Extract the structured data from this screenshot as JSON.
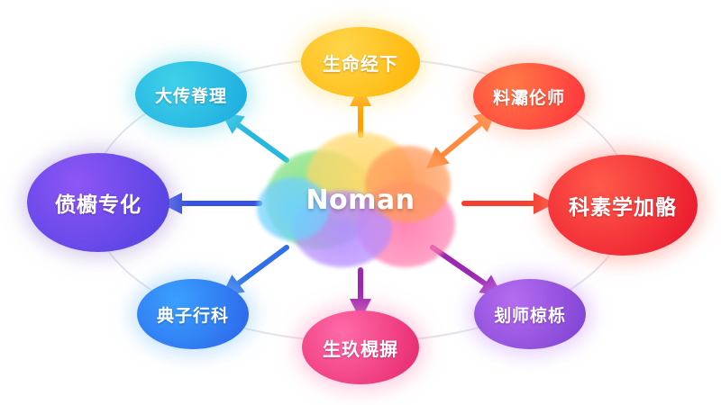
{
  "center": {
    "label": "Noman"
  },
  "nodes": [
    {
      "id": "top",
      "label": "生命经下",
      "from": "#ffd54a",
      "to": "#ffb300",
      "glow": "#ffe082"
    },
    {
      "id": "top-right",
      "label": "料灞伦师",
      "from": "#ff7a45",
      "to": "#ff2d3d",
      "glow": "#ffab91"
    },
    {
      "id": "right",
      "label": "科素学加骼",
      "from": "#ff5a4a",
      "to": "#e8102a",
      "glow": "#ff8a80"
    },
    {
      "id": "bottom-right",
      "label": "刬师椋栎",
      "from": "#b56cf0",
      "to": "#7a3fd0",
      "glow": "#d1a3ff"
    },
    {
      "id": "bottom",
      "label": "生玖榥摒",
      "from": "#ff6aa8",
      "to": "#e6246a",
      "glow": "#ff9ec4"
    },
    {
      "id": "bottom-left",
      "label": "典子行科",
      "from": "#3aa0ff",
      "to": "#2b62e8",
      "glow": "#90caf9"
    },
    {
      "id": "left",
      "label": "偾櫥专化",
      "from": "#8e56f5",
      "to": "#4c3fe0",
      "glow": "#b39ddb"
    },
    {
      "id": "top-left",
      "label": "大传脊理",
      "from": "#3fd1e8",
      "to": "#1aa9e0",
      "glow": "#80deea"
    }
  ],
  "arrows": [
    {
      "node": "top",
      "color": "#ffa000",
      "direction": "outward"
    },
    {
      "node": "top-right",
      "color": "#ff8a3d",
      "direction": "bidirectional"
    },
    {
      "node": "right",
      "color": "#f4402f",
      "direction": "outward"
    },
    {
      "node": "bottom-right",
      "color": "#9c27b0",
      "direction": "outward"
    },
    {
      "node": "bottom",
      "color": "#9c27b0",
      "direction": "outward"
    },
    {
      "node": "bottom-left",
      "color": "#2f6fe8",
      "direction": "outward"
    },
    {
      "node": "left",
      "color": "#3553e0",
      "direction": "outward"
    },
    {
      "node": "top-left",
      "color": "#26b9e0",
      "direction": "outward"
    }
  ],
  "colors": {
    "ring": "#e4e4ea",
    "center_blobs": [
      "#7be07b",
      "#ffd86b",
      "#ff7eb0",
      "#b58cff",
      "#ff9a5a",
      "#6fd0ff"
    ]
  }
}
